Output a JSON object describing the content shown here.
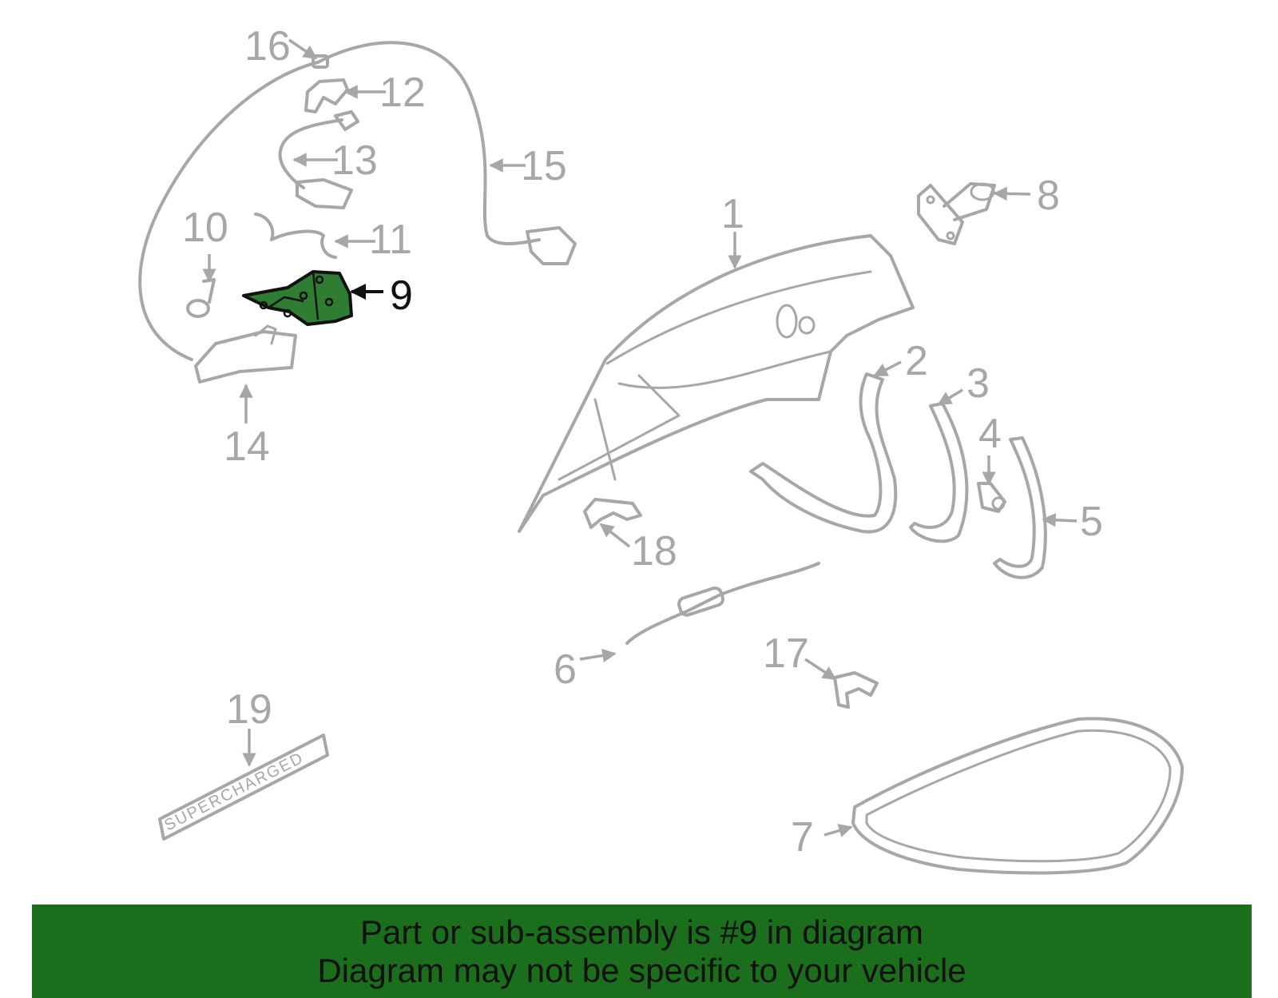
{
  "diagram": {
    "highlighted_part": "9",
    "callouts": {
      "c1": "1",
      "c2": "2",
      "c3": "3",
      "c4": "4",
      "c5": "5",
      "c6": "6",
      "c7": "7",
      "c8": "8",
      "c9": "9",
      "c10": "10",
      "c11": "11",
      "c12": "12",
      "c13": "13",
      "c14": "14",
      "c15": "15",
      "c16": "16",
      "c17": "17",
      "c18": "18",
      "c19": "19"
    },
    "emblem_text": "SUPERCHARGED"
  },
  "banner": {
    "line1": "Part or sub-assembly is #9 in diagram",
    "line2": "Diagram may not be specific to your vehicle"
  },
  "colors": {
    "highlight_fill": "#2e7d32",
    "banner_bg": "#1b6e1b",
    "part_stroke": "#a7a7a7"
  }
}
